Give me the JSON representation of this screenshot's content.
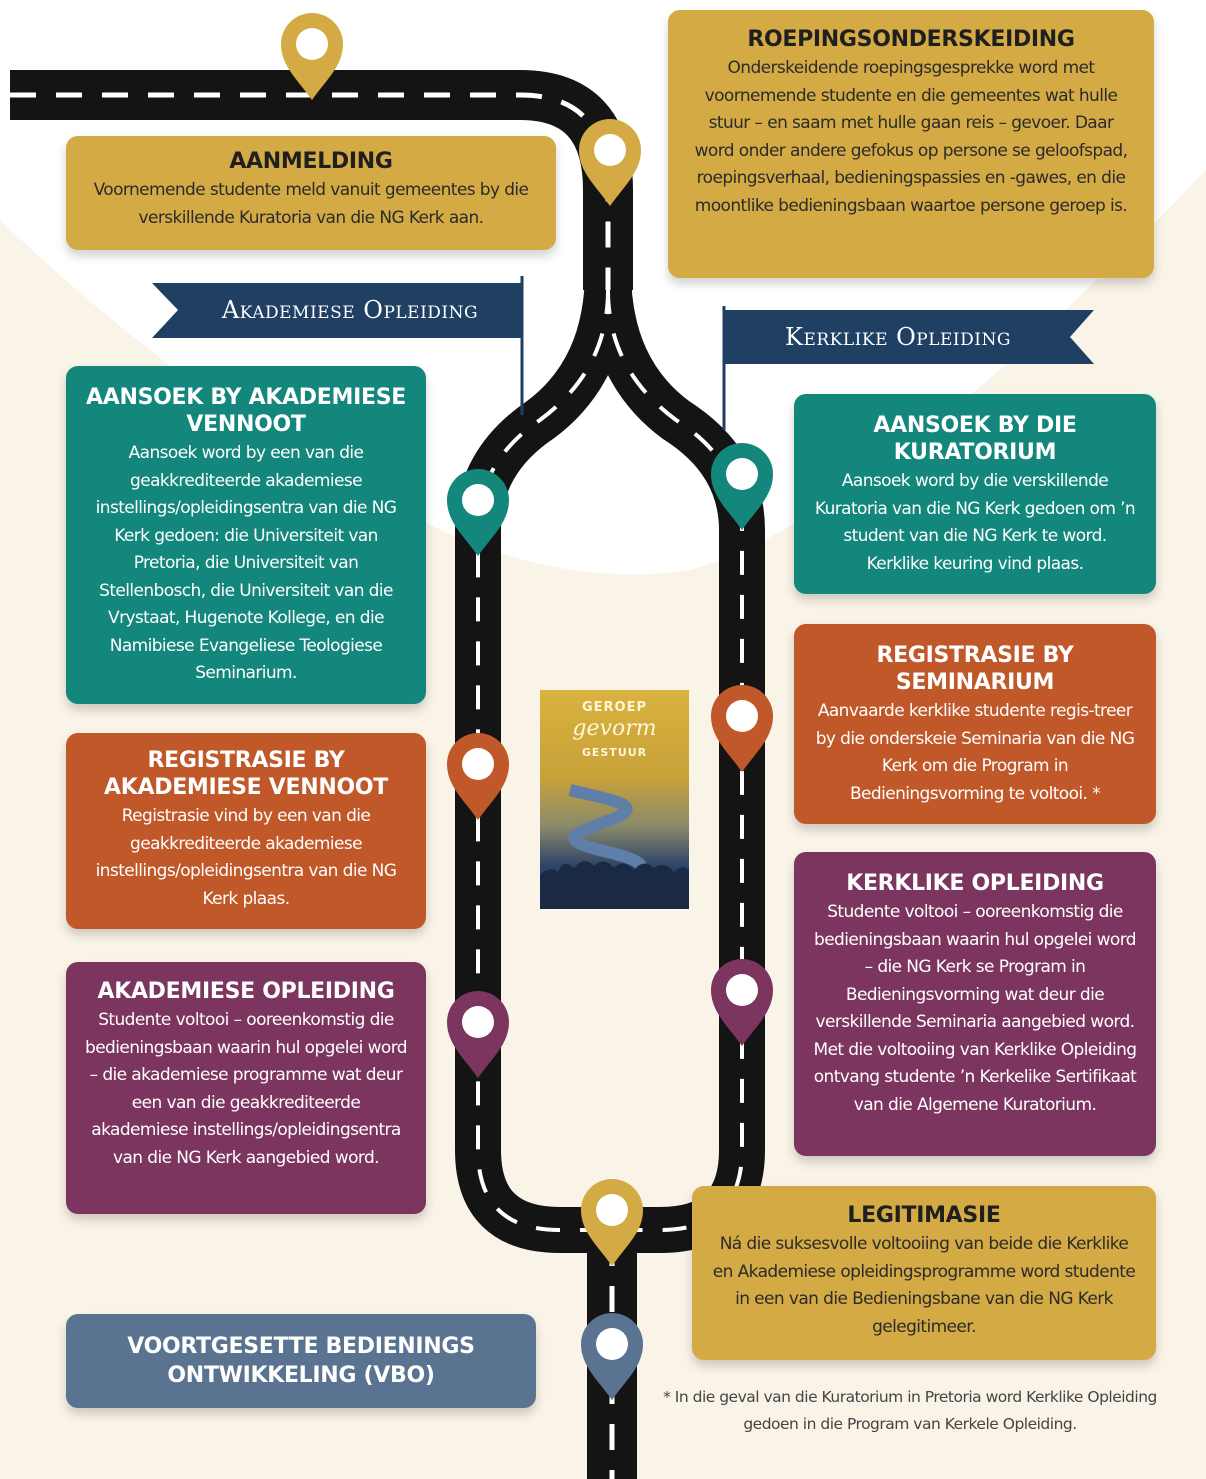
{
  "colors": {
    "road": "#141414",
    "gold": "#d3aa43",
    "teal": "#14877d",
    "orange": "#c0582a",
    "purple": "#7c355f",
    "slate": "#5a7390",
    "banner": "#1f3f63",
    "cream": "#faf4e8"
  },
  "banners": {
    "academic": "Akademiese Opleiding",
    "church": "Kerklike Opleiding"
  },
  "steps": {
    "aanmelding": {
      "title": "AANMELDING",
      "text": "Voornemende studente meld vanuit gemeentes by die verskillende Kuratoria van die NG Kerk aan."
    },
    "roeping": {
      "title": "ROEPINGSONDERSKEIDING",
      "text": "Onderskeidende roepingsgesprekke word met voornemende studente en die gemeentes wat hulle stuur – en saam met hulle gaan reis – gevoer. Daar word onder andere gefokus op persone se geloofspad, roepingsverhaal, bedieningspassies en -gawes, en die moontlike bedieningsbaan waartoe persone geroep is."
    },
    "aansoek_akad": {
      "title": "AANSOEK BY AKADEMIESE VENNOOT",
      "text": "Aansoek word by een van die geakkrediteerde akademiese instellings/opleidingsentra van die NG Kerk gedoen: die Universiteit van Pretoria, die Universiteit van Stellenbosch, die Universiteit van die Vrystaat, Hugenote Kollege, en die Namibiese Evangeliese Teologiese Seminarium."
    },
    "aansoek_kur": {
      "title": "AANSOEK BY DIE KURATORIUM",
      "text": "Aansoek word by die verskillende Kuratoria van die NG Kerk gedoen om ’n student van die NG Kerk te word. Kerklike keuring vind plaas."
    },
    "reg_akad": {
      "title": "REGISTRASIE BY AKADEMIESE VENNOOT",
      "text": "Registrasie vind by een van die geakkrediteerde akademiese instellings/opleidingsentra van die NG Kerk plaas."
    },
    "reg_sem": {
      "title": "REGISTRASIE BY SEMINARIUM",
      "text": "Aanvaarde kerklike studente regis-treer by die onderskeie Seminaria van die NG Kerk om die Program in Bedieningsvorming te voltooi. *"
    },
    "akad_opl": {
      "title": "AKADEMIESE OPLEIDING",
      "text": "Studente voltooi – ooreenkomstig die bedieningsbaan waarin hul opgelei word – die akademiese programme wat deur een van die geakkrediteerde akademiese instellings/opleidingsentra van die NG Kerk aangebied word."
    },
    "kerk_opl": {
      "title": "KERKLIKE OPLEIDING",
      "text": "Studente voltooi – ooreenkomstig die bedieningsbaan waarin hul opgelei word – die NG Kerk se Program in Bedieningsvorming wat deur die verskillende Seminaria aangebied word. Met die voltooiing van Kerklike Opleiding ontvang studente ’n Kerkelike Sertifikaat van die Algemene Kuratorium."
    },
    "legitimasie": {
      "title": "LEGITIMASIE",
      "text": "Ná die suksesvolle voltooiing van beide die Kerklike en Akademiese opleidingsprogramme word studente in een van die Bedieningsbane van die NG Kerk gelegitimeer."
    },
    "vbo": {
      "title": "VOORTGESETTE BEDIENINGS ONTWIKKELING (VBO)"
    }
  },
  "book": {
    "title_top": "GEROEP",
    "title_script": "gevorm",
    "title_bottom": "GESTUUR"
  },
  "footnote": "* In die geval van die Kuratorium in Pretoria word Kerklike Opleiding gedoen in die Program van Kerkele Opleiding."
}
